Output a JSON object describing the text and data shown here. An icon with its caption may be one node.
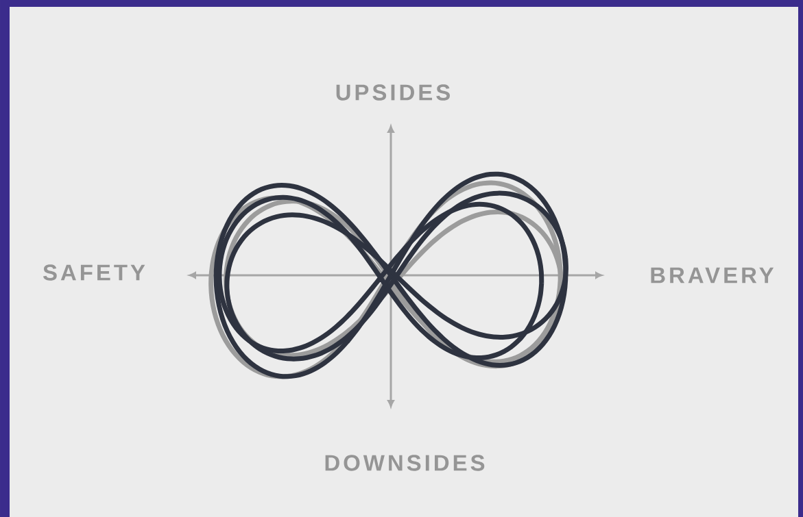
{
  "diagram": {
    "labels": [
      "UPSIDES",
      "SAFETY",
      "BRAVERY",
      "DOWNSIDES"
    ]
  }
}
